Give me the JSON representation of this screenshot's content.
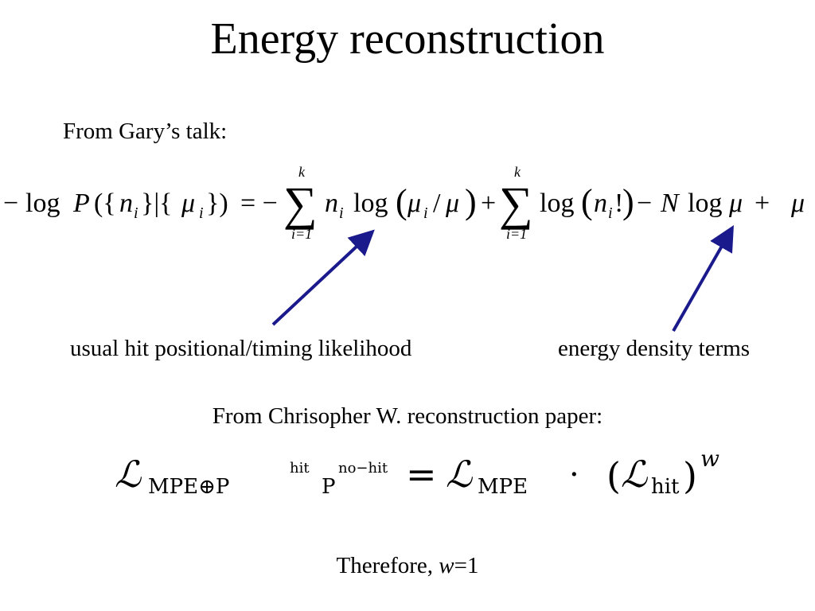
{
  "slide": {
    "title": "Energy reconstruction",
    "intro1": "From Gary’s talk:",
    "intro2": "From Chrisopher W. reconstruction paper:",
    "conclusion_prefix": "Therefore,",
    "conclusion_var": "w",
    "conclusion_rest": "=1"
  },
  "equation1": {
    "lhs_minus": "−",
    "lhs_log": "log",
    "lhs_P": "P",
    "lhs_args": "({",
    "lhs_n": "n",
    "lhs_i1": "i",
    "lhs_mid": "}|{",
    "lhs_mu": "μ",
    "lhs_i2": "i",
    "lhs_close": "})",
    "equals": "= −",
    "sum_top": "k",
    "sum_bottom": "i=1",
    "sum_symbol": "∑",
    "term1_n": "n",
    "term1_i": "i",
    "term1_log": "log",
    "term1_open": "(",
    "term1_mu": "μ",
    "term1_i2": "i",
    "term1_slash": "/",
    "term1_mu2": "μ",
    "term1_close": ")",
    "plus1": "+",
    "sum2_top": "k",
    "sum2_bottom": "i=1",
    "term2_log": "log",
    "term2_open": "(",
    "term2_n": "n",
    "term2_i": "i",
    "term2_fact": "!",
    "term2_close": ")",
    "minus2": "−",
    "term3_N": "N",
    "term3_log": "log",
    "term3_mu": "μ",
    "plus2": "+",
    "term4_mu": "μ"
  },
  "labels": {
    "left": "usual hit positional/timing likelihood",
    "right": "energy density terms"
  },
  "equation2": {
    "L1": "ℒ",
    "L1_sub": "MPE⊕P",
    "L1_sup1": "hit",
    "L1_P2": "P",
    "L1_sup2": "no−hit",
    "equals": "=",
    "L2": "ℒ",
    "L2_sub": "MPE",
    "dot": "·",
    "open": "(",
    "L3": "ℒ",
    "L3_sub": "hit",
    "close": ")",
    "exp": "w"
  },
  "colors": {
    "arrow": "#1a1a8c",
    "text": "#000000",
    "background": "#ffffff"
  }
}
